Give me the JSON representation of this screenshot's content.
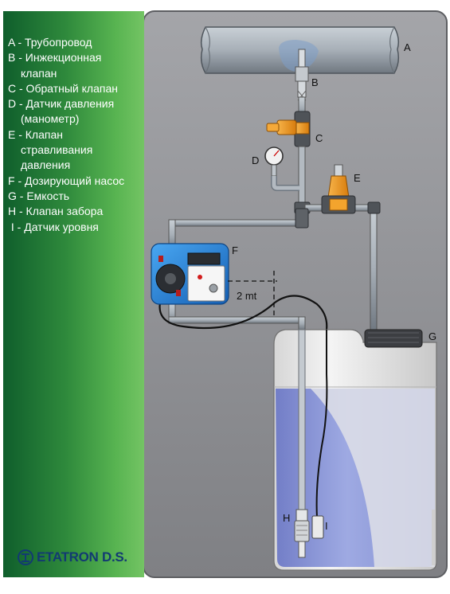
{
  "legend": {
    "items": [
      {
        "key": "A",
        "text": "A - Трубопровод"
      },
      {
        "key": "B",
        "text": "B - Инжекционная"
      },
      {
        "key": "B2",
        "text": "клапан"
      },
      {
        "key": "C",
        "text": "C - Обратный клапан"
      },
      {
        "key": "D",
        "text": "D - Датчик давления"
      },
      {
        "key": "D2",
        "text": "(манометр)"
      },
      {
        "key": "E",
        "text": "E - Клапан"
      },
      {
        "key": "E2",
        "text": "стравливания"
      },
      {
        "key": "E3",
        "text": "давления"
      },
      {
        "key": "F",
        "text": "F - Дозирующий насос"
      },
      {
        "key": "G",
        "text": "G - Емкость"
      },
      {
        "key": "H",
        "text": "H - Клапан забора"
      },
      {
        "key": "I",
        "text": " I - Датчик уровня"
      }
    ]
  },
  "labels": {
    "A": "A",
    "B": "B",
    "C": "C",
    "D": "D",
    "E": "E",
    "F": "F",
    "G": "G",
    "H": "H",
    "I": "I"
  },
  "distance": "2 mt",
  "logo": {
    "text": "ETATRON D.S.",
    "icon": "etatron-logo-icon"
  },
  "colors": {
    "panel_green": "#2f8a3c",
    "background_gray": "#8e8f93",
    "pipe_gray": "#9da5ad",
    "pump_blue": "#1f7fd6",
    "valve_orange": "#f29a1e",
    "tank_white": "#ececec",
    "liquid_blue": "#8f9bdc",
    "logo_blue": "#123a72"
  }
}
